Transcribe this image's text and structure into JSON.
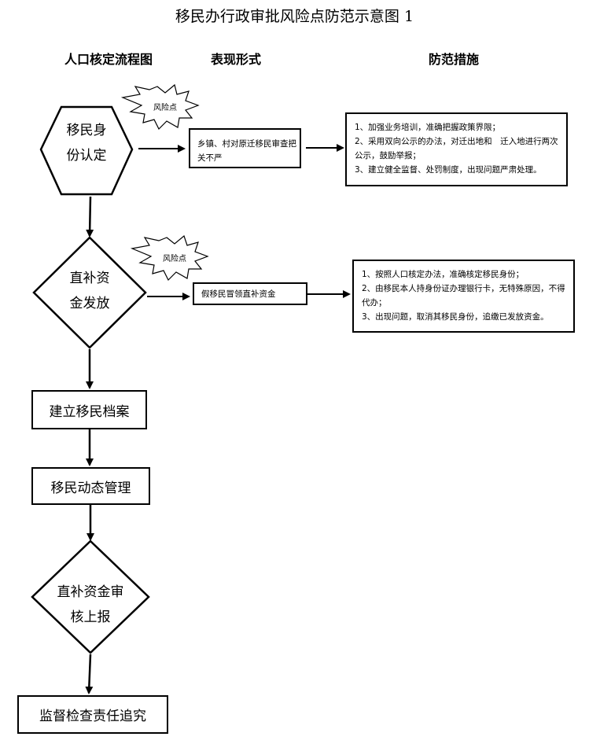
{
  "title": "移民办行政审批风险点防范示意图 1",
  "headers": {
    "flow": "人口核定流程图",
    "form": "表现形式",
    "measures": "防范措施"
  },
  "steps": {
    "identity": {
      "line1": "移民身",
      "line2": "份认定"
    },
    "subsidy": {
      "line1": "直补资",
      "line2": "金发放"
    },
    "archive": "建立移民档案",
    "dynamic": "移民动态管理",
    "audit": {
      "line1": "直补资金审",
      "line2": "核上报"
    },
    "supervise": "监督检查责任追究"
  },
  "risk_label": "风险点",
  "forms": {
    "identity": "乡镇、村对原迁移民审查把关不严",
    "subsidy": "假移民冒领直补资金"
  },
  "measures": {
    "identity": [
      "1、加强业务培训，准确把握政策界限；",
      "2、采用双向公示的办法，对迁出地和　迁入地进行两次公示，鼓励举报；",
      "3、建立健全监督、处罚制度，出现问题严肃处理。"
    ],
    "subsidy": [
      "1、按照人口核定办法，准确核定移民身份；",
      "2、由移民本人持身份证办理银行卡，无特殊原因，不得代办；",
      "3、出现问题，取消其移民身份，追缴已发放资金。"
    ]
  }
}
